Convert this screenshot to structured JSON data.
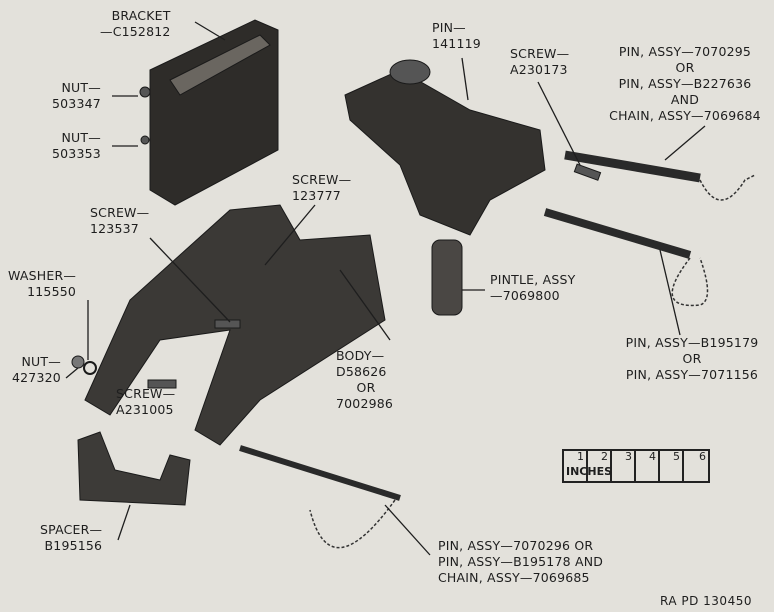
{
  "title_code": "RA PD 130450",
  "labels": {
    "bracket": [
      "BRACKET",
      "—C152812"
    ],
    "nut1": [
      "NUT—",
      "503347"
    ],
    "nut2": [
      "NUT—",
      "503353"
    ],
    "pin141119": [
      "PIN—",
      "141119"
    ],
    "screw_a230173": [
      "SCREW—",
      "A230173"
    ],
    "pin_assy_top": [
      "PIN, ASSY—7070295",
      "OR",
      "PIN, ASSY—B227636",
      "AND",
      "CHAIN, ASSY—7069684"
    ],
    "screw_123777": [
      "SCREW—",
      "123777"
    ],
    "screw_123537": [
      "SCREW—",
      "123537"
    ],
    "washer": [
      "WASHER—",
      "115550"
    ],
    "nut3": [
      "NUT—",
      "427320"
    ],
    "screw_a231005": [
      "SCREW—",
      "A231005"
    ],
    "body": [
      "BODY—",
      "D58626",
      "OR",
      "7002986"
    ],
    "pintle": [
      "PINTLE, ASSY",
      "—7069800"
    ],
    "pin_assy_mid": [
      "PIN, ASSY—B195179",
      "OR",
      "PIN, ASSY—7071156"
    ],
    "spacer": [
      "SPACER—",
      "B195156"
    ],
    "pin_assy_bottom": [
      "PIN, ASSY—7070296 OR",
      "PIN, ASSY—B195178 AND",
      "CHAIN, ASSY—7069685"
    ]
  },
  "scale": {
    "unit": "INCHES",
    "ticks": [
      "1",
      "2",
      "3",
      "4",
      "5",
      "6"
    ]
  }
}
